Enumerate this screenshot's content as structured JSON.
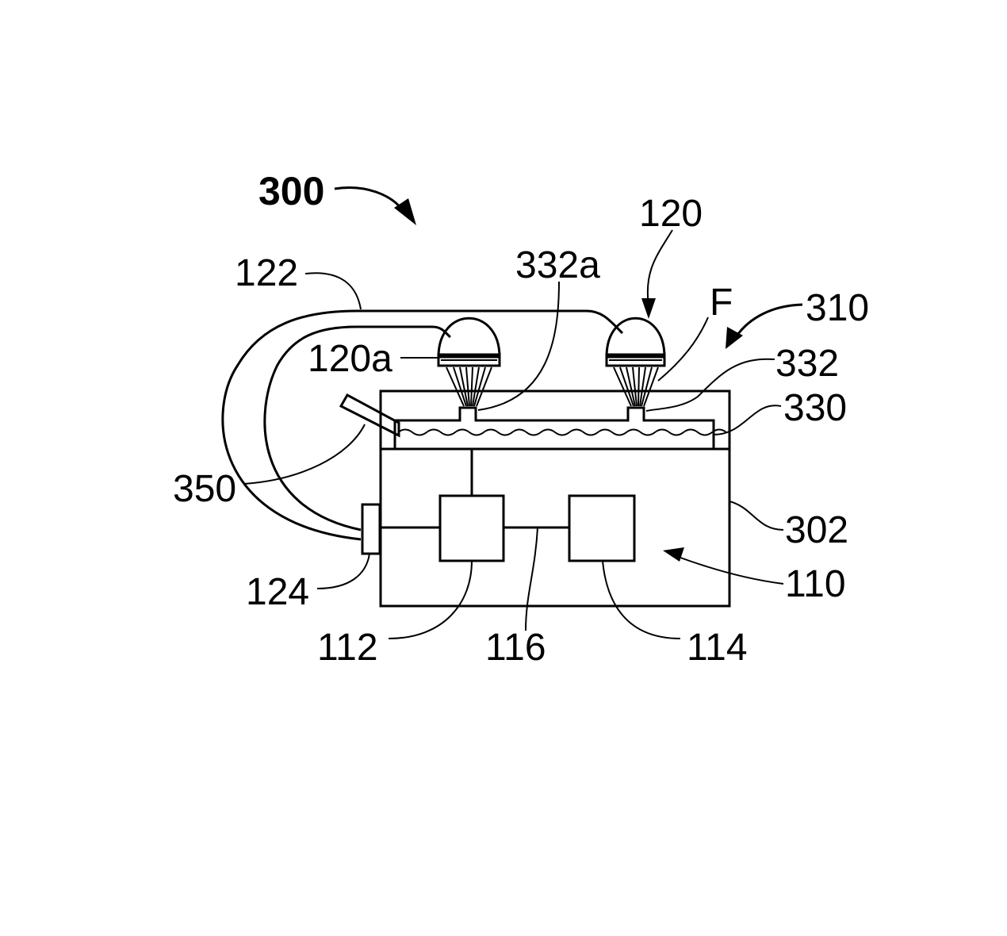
{
  "figure": {
    "labels": {
      "system": "300",
      "lamp": "120",
      "nozzle_outlet": "332a",
      "fluid": "F",
      "reservoir_assembly": "310",
      "cable": "122",
      "lamp_part": "120a",
      "nozzle": "332",
      "reservoir": "330",
      "fill_port": "350",
      "housing": "302",
      "connector": "124",
      "control_unit": "110",
      "controller": "112",
      "bus": "116",
      "power_unit": "114"
    }
  }
}
